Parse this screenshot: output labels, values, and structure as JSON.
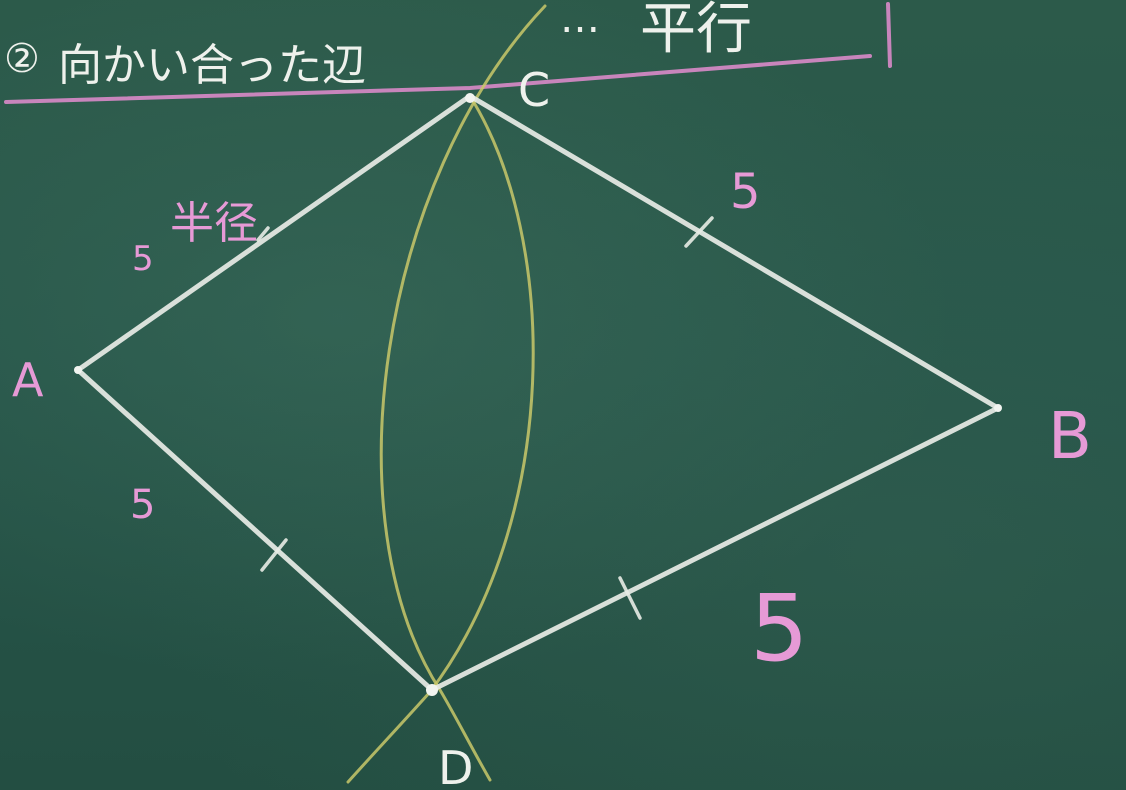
{
  "header": {
    "circled_number": "②",
    "phrase": "向かい合った辺",
    "ellipsis": "…",
    "result": "平行"
  },
  "vertices": {
    "a": "A",
    "b": "B",
    "c": "C",
    "d": "D"
  },
  "side_labels": {
    "ac_length": "5",
    "ac_radius": "半径",
    "cb_length": "5",
    "ad_length": "5",
    "db_length": "5"
  },
  "colors": {
    "board": "#27564a",
    "chalk_white": "#e8ece6",
    "chalk_pink": "#e69ad6",
    "chalk_yellow": "#c9c86a"
  }
}
